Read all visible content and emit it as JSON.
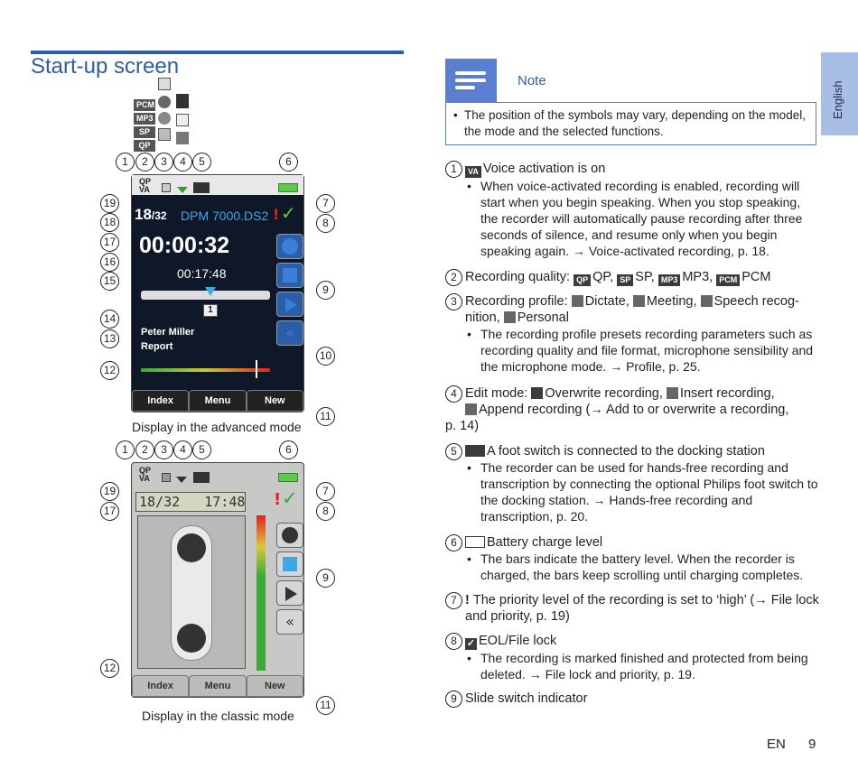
{
  "page_title": "Start-up screen",
  "language_tab": "English",
  "note": {
    "title": "Note",
    "text": "The position of the symbols may vary, depending on the model, the mode and the selected functions."
  },
  "symbol_stack": [
    "PCM",
    "MP3",
    "SP",
    "QP"
  ],
  "advanced": {
    "quality": "QP",
    "va": "VA",
    "file_index": "18",
    "file_total": "/32",
    "file_name": "DPM 7000.DS2",
    "time": "00:00:32",
    "total_time": "00:17:48",
    "index_mark": "1",
    "author": "Peter Miller",
    "worktype": "Report",
    "softkeys": [
      "Index",
      "Menu",
      "New"
    ],
    "caption": "Display in the advanced mode"
  },
  "classic": {
    "quality": "QP",
    "va": "VA",
    "lcd_text": "18/32   17:48",
    "softkeys": [
      "Index",
      "Menu",
      "New"
    ],
    "caption": "Display in the classic mode"
  },
  "callouts_adv": [
    "1",
    "2",
    "3",
    "4",
    "5",
    "6",
    "7",
    "8",
    "9",
    "10",
    "11",
    "12",
    "13",
    "14",
    "15",
    "16",
    "17",
    "18",
    "19"
  ],
  "callouts_cls": [
    "1",
    "2",
    "3",
    "4",
    "5",
    "6",
    "7",
    "8",
    "9",
    "11",
    "12",
    "17",
    "19"
  ],
  "items": [
    {
      "num": "1",
      "icon": "VA",
      "head": "Voice activation is on",
      "sub": "When voice-activated recording is enabled, recording will start when you begin speaking. When you stop speaking, the recorder will automatically pause recording after three seconds of silence, and resume only when you begin speaking again. → Voice-activated recording, p. 18."
    },
    {
      "num": "2",
      "head_pre": "Recording quality:",
      "q1": "QP",
      "q1t": "QP,",
      "q2": "SP",
      "q2t": "SP,",
      "q3": "MP3",
      "q3t": "MP3,",
      "q4": "PCM",
      "q4t": "PCM"
    },
    {
      "num": "3",
      "head_pre": "Recording profile:",
      "p1": "Dictate,",
      "p2": "Meeting,",
      "p3": "Speech recog-",
      "p3b": "nition,",
      "p4": "Personal",
      "sub": "The recording profile presets recording parameters such as recording quality and file format, microphone sensibility and the microphone mode. → Profile, p. 25."
    },
    {
      "num": "4",
      "head_pre": "Edit mode:",
      "e1": "Overwrite recording,",
      "e2": "Insert recording,",
      "e3": "Append recording (→ Add to or overwrite a recording,",
      "e4": "p. 14)"
    },
    {
      "num": "5",
      "head": "A foot switch is connected to the docking station",
      "sub": "The recorder can be used for hands-free recording and transcription by connecting the optional Philips foot switch to the docking station. → Hands-free recording and transcription, p. 20."
    },
    {
      "num": "6",
      "head": "Battery charge level",
      "sub": "The bars indicate the battery level. When the recorder is charged, the bars keep scrolling until charging completes."
    },
    {
      "num": "7",
      "head": "The priority level of the recording is set to ‘high’ (→ File lock and priority, p. 19)"
    },
    {
      "num": "8",
      "head": "EOL/File lock",
      "sub": "The recording is marked finished and protected from being deleted. → File lock and priority, p. 19."
    },
    {
      "num": "9",
      "head": "Slide switch indicator"
    }
  ],
  "footer": {
    "lang": "EN",
    "page": "9"
  }
}
